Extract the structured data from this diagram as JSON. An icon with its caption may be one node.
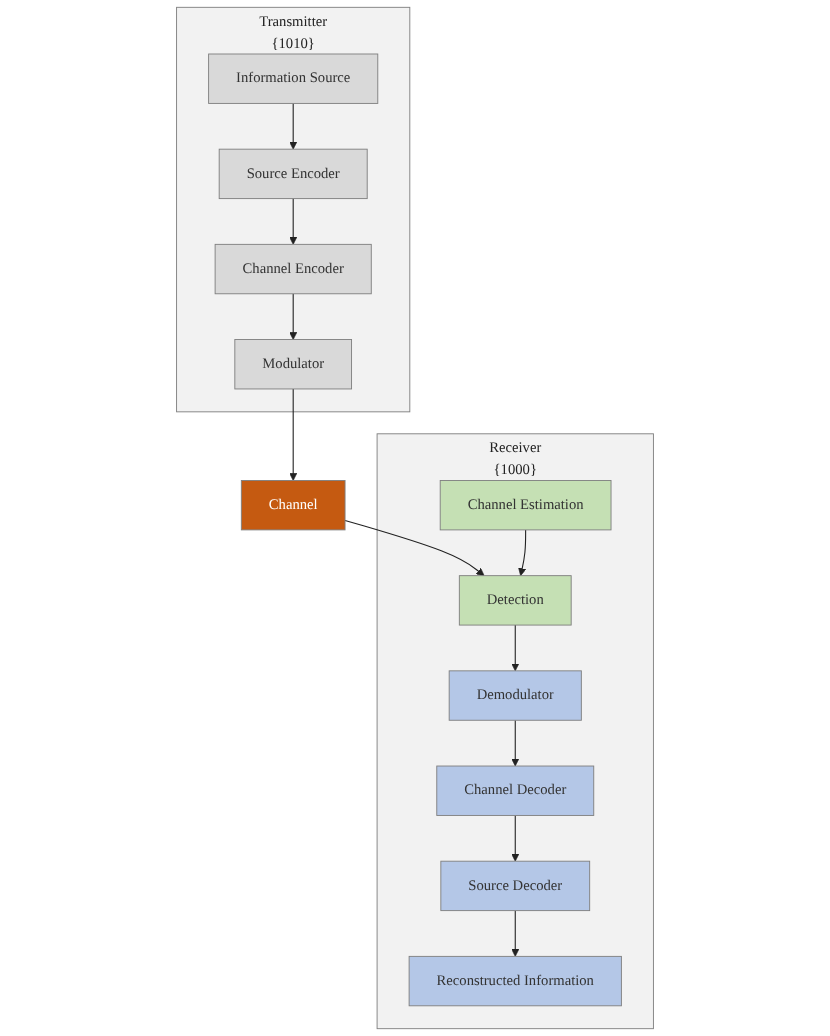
{
  "diagram": {
    "nodes": [
      {
        "text": [
          "Transmitter",
          "{1010}"
        ]
      },
      {
        "text": [
          "Information Source"
        ],
        "in": 0
      },
      {
        "text": [
          "Source Encoder"
        ],
        "in": 0
      },
      {
        "text": [
          "Channel Encoder"
        ],
        "in": 0
      },
      {
        "text": [
          "Modulator"
        ],
        "in": 0
      },
      {
        "text": [
          "Receiver",
          "{1000}"
        ]
      },
      {
        "text": [
          "Reconstructed Information"
        ],
        "in": 5
      },
      {
        "text": [
          "Source Decoder"
        ],
        "in": 5
      },
      {
        "text": [
          "Channel Decoder"
        ],
        "in": 5
      },
      {
        "text": [
          "Demodulator"
        ],
        "in": 5
      },
      {
        "text": [
          "Detection"
        ],
        "in": 5
      },
      {
        "text": [
          "Channel Estimation"
        ],
        "in": 5
      },
      {
        "text": [
          "Channel"
        ]
      }
    ],
    "edges": [
      {
        "from": 1,
        "to": 2,
        "arrow": "to"
      },
      {
        "from": 2,
        "to": 3,
        "arrow": "to"
      },
      {
        "from": 3,
        "to": 4,
        "arrow": "to"
      },
      {
        "from": 4,
        "to": 12,
        "arrow": "to"
      },
      {
        "from": 12,
        "to": 10,
        "arrow": "to"
      },
      {
        "from": 11,
        "to": 10,
        "arrow": "to"
      },
      {
        "from": 10,
        "to": 9,
        "arrow": "to"
      },
      {
        "from": 9,
        "to": 8,
        "arrow": "to"
      },
      {
        "from": 8,
        "to": 7,
        "arrow": "to"
      },
      {
        "from": 7,
        "to": 6,
        "arrow": "to"
      }
    ]
  }
}
